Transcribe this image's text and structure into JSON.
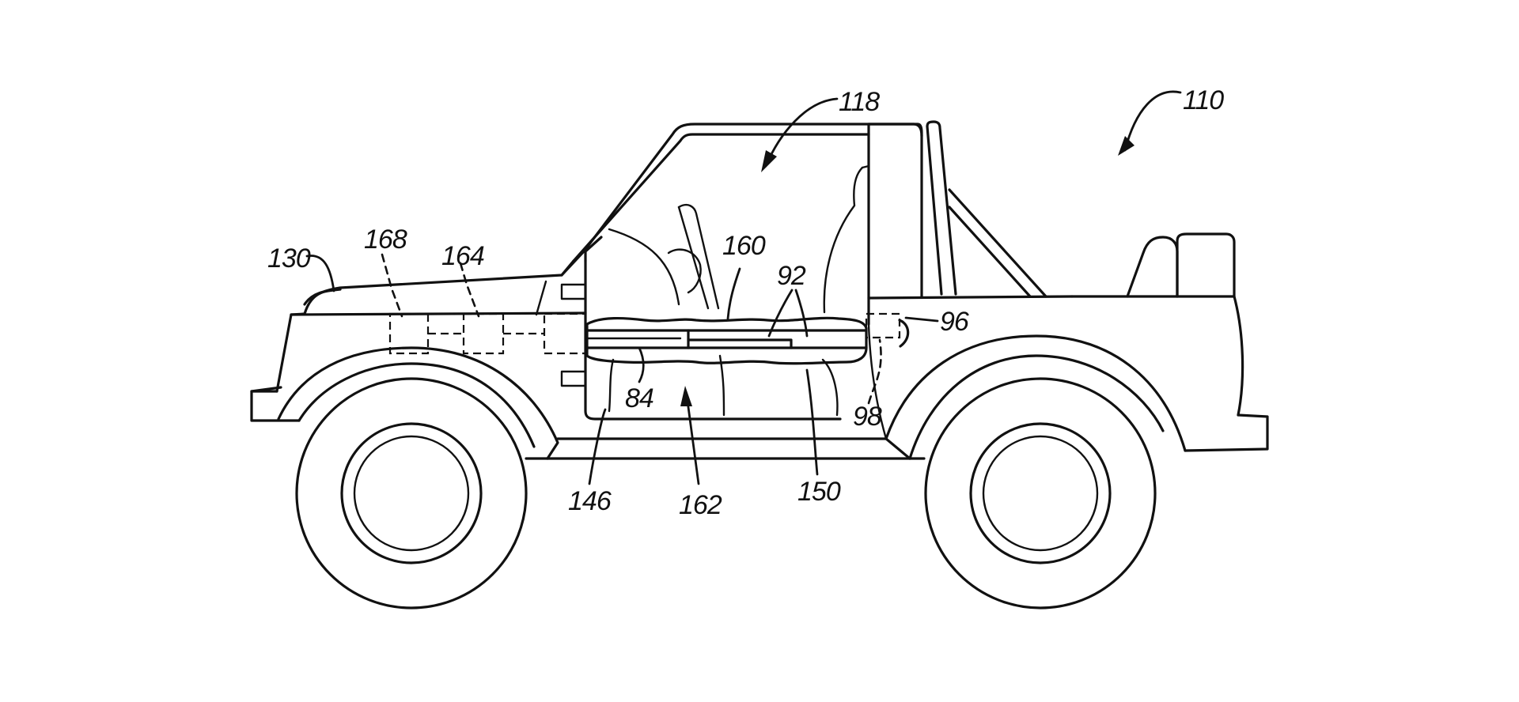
{
  "figure": {
    "reference_numerals": {
      "vehicle": "110",
      "cabin": "118",
      "hood": "130",
      "ref_168": "168",
      "ref_164": "164",
      "ref_160": "160",
      "ref_92": "92",
      "ref_96": "96",
      "ref_84": "84",
      "ref_98": "98",
      "ref_146": "146",
      "ref_162": "162",
      "ref_150": "150"
    }
  }
}
